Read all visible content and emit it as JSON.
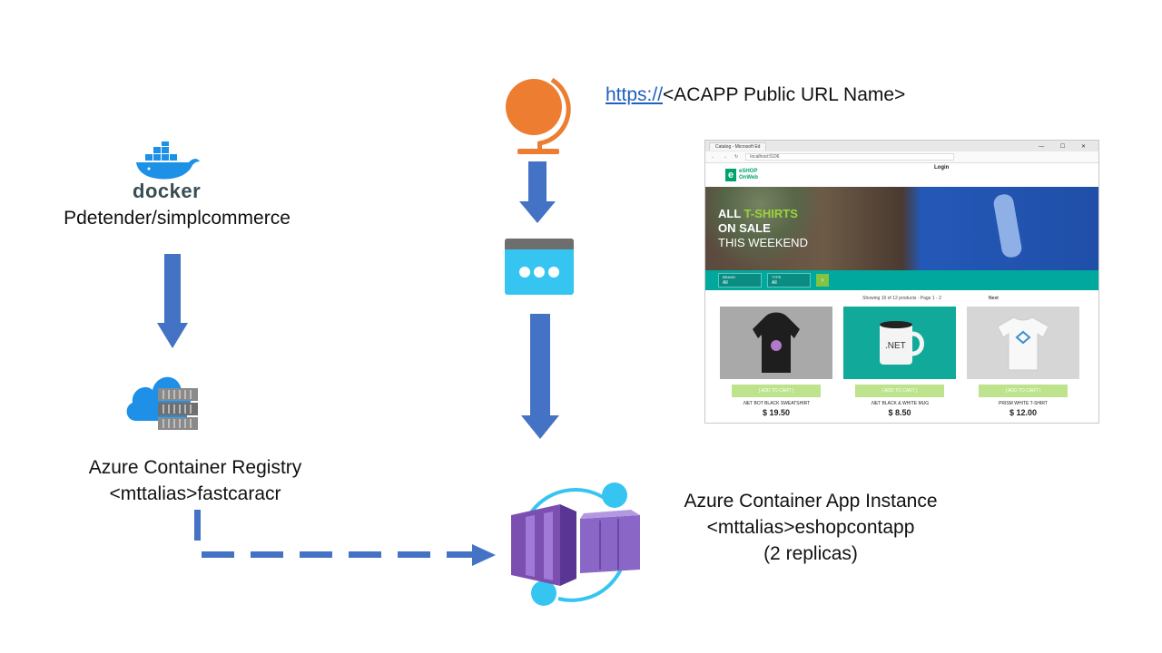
{
  "docker": {
    "logo_text": "docker",
    "image_label": "Pdetender/simplcommerce"
  },
  "registry": {
    "line1": "Azure Container Registry",
    "line2": "<mttalias>fastcaracr"
  },
  "public_url": {
    "scheme": "https://",
    "name": "<ACAPP Public URL Name>"
  },
  "container_app": {
    "line1": "Azure Container App Instance",
    "line2": "<mttalias>eshopcontapp",
    "line3": "(2 replicas)"
  },
  "browser": {
    "tab_title": "Catalog - Microsoft Ed",
    "window_controls": "— ☐ ✕",
    "address": "localhost:5106",
    "logo_letter": "e",
    "logo_line1": "eSHOP",
    "logo_line2": "OnWeb",
    "login": "Login",
    "hero_line1_a": "ALL ",
    "hero_line1_b": "T-SHIRTS",
    "hero_line2": "ON SALE",
    "hero_line3": "THIS WEEKEND",
    "filter_brand_label": "BRAND",
    "filter_brand_value": "All",
    "filter_type_label": "TYPE",
    "filter_type_value": "All",
    "go_symbol": "›",
    "showing": "Showing 10 of 12 products - Page 1 - 2",
    "next": "Next",
    "products": [
      {
        "cart": "[ ADD TO CART ]",
        "name": ".NET BOT BLACK SWEATSHIRT",
        "price": "$ 19.50"
      },
      {
        "cart": "[ ADD TO CART ]",
        "name": ".NET BLACK & WHITE MUG",
        "price": "$ 8.50"
      },
      {
        "cart": "[ ADD TO CART ]",
        "name": "PRISM WHITE T-SHIRT",
        "price": "$ 12.00"
      }
    ]
  },
  "colors": {
    "arrow": "#4472c4",
    "globe": "#ed7d31",
    "azure_blue": "#1e90e8",
    "container_purple": "#7b4fb0",
    "teal": "#00a89d"
  },
  "icons": [
    "docker-whale-icon",
    "azure-registry-icon",
    "globe-icon",
    "web-app-icon",
    "container-app-icon"
  ]
}
